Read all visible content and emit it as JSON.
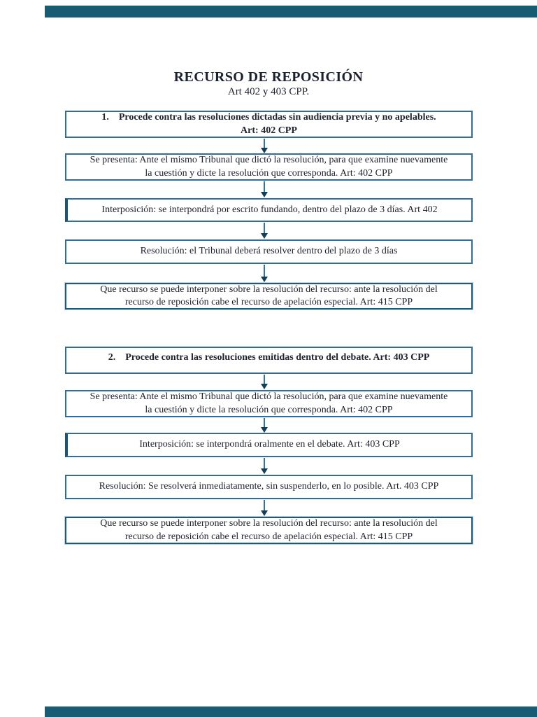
{
  "header": {
    "title": "RECURSO DE REPOSICIÓN",
    "subtitle": "Art 402 y 403 CPP."
  },
  "colors": {
    "box_border": "#2f6d9c",
    "box_border_dark": "#1d5a7a",
    "arrow_line": "#2e74a4",
    "arrow_head": "#123f57",
    "viewer_band": "#185C74",
    "text": "#20242e"
  },
  "flowcharts": [
    {
      "name": "recurso-contra-resoluciones-sin-audiencia",
      "boxes": [
        {
          "text": "1.    Procede contra las resoluciones dictadas sin audiencia previa y no apelables.\nArt: 402 CPP"
        },
        {
          "text": "Se presenta: Ante el mismo Tribunal que dictó la resolución, para que examine nuevamente\nla cuestión y dicte la resolución que corresponda. Art: 402 CPP"
        },
        {
          "text": "Interposición: se interpondrá por escrito fundando, dentro del plazo de 3 días. Art 402"
        },
        {
          "text": "Resolución: el Tribunal deberá resolver dentro del plazo de 3 días"
        },
        {
          "text": "Que recurso se puede interponer sobre la resolución del recurso: ante la resolución del\nrecurso de reposición cabe el recurso de apelación especial. Art: 415 CPP"
        }
      ]
    },
    {
      "name": "recurso-contra-resoluciones-dentro-del-debate",
      "boxes": [
        {
          "text": "2.    Procede contra las resoluciones emitidas dentro del debate. Art: 403 CPP"
        },
        {
          "text": "Se presenta: Ante el mismo Tribunal que dictó la resolución, para que examine nuevamente\nla cuestión y dicte la resolución que corresponda. Art: 402 CPP"
        },
        {
          "text": "Interposición: se interpondrá oralmente en el debate. Art: 403 CPP"
        },
        {
          "text": "Resolución: Se resolverá inmediatamente, sin suspenderlo, en lo posible. Art. 403 CPP"
        },
        {
          "text": "Que recurso se puede interponer sobre la resolución del recurso: ante la resolución del\nrecurso de reposición cabe el recurso de apelación especial. Art: 415 CPP"
        }
      ]
    }
  ]
}
